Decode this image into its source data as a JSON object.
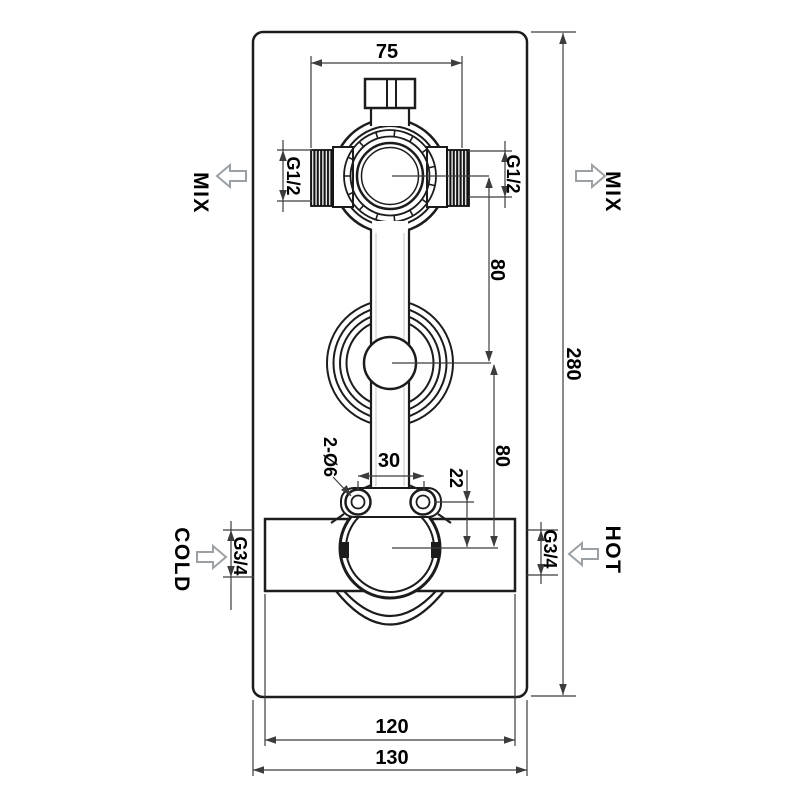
{
  "colors": {
    "outline": "#1c1c1c",
    "dimension": "#3c3c3c",
    "flow_arrow": "#9aa0a4",
    "background": "#ffffff",
    "text": "#000000"
  },
  "flow_labels": {
    "mix_left": "MIX",
    "mix_right": "MIX",
    "cold": "COLD",
    "hot": "HOT"
  },
  "dimensions": {
    "top_width": "75",
    "thread_top_left": "G1/2",
    "thread_top_right": "G1/2",
    "spacing_upper": "80",
    "spacing_lower": "80",
    "overall_height": "280",
    "mount_holes": "2-Ø6",
    "mount_hole_spacing": "30",
    "hole_offset": "22",
    "thread_bottom_left": "G3/4",
    "thread_bottom_right": "G3/4",
    "body_width": "120",
    "overall_width": "130"
  }
}
